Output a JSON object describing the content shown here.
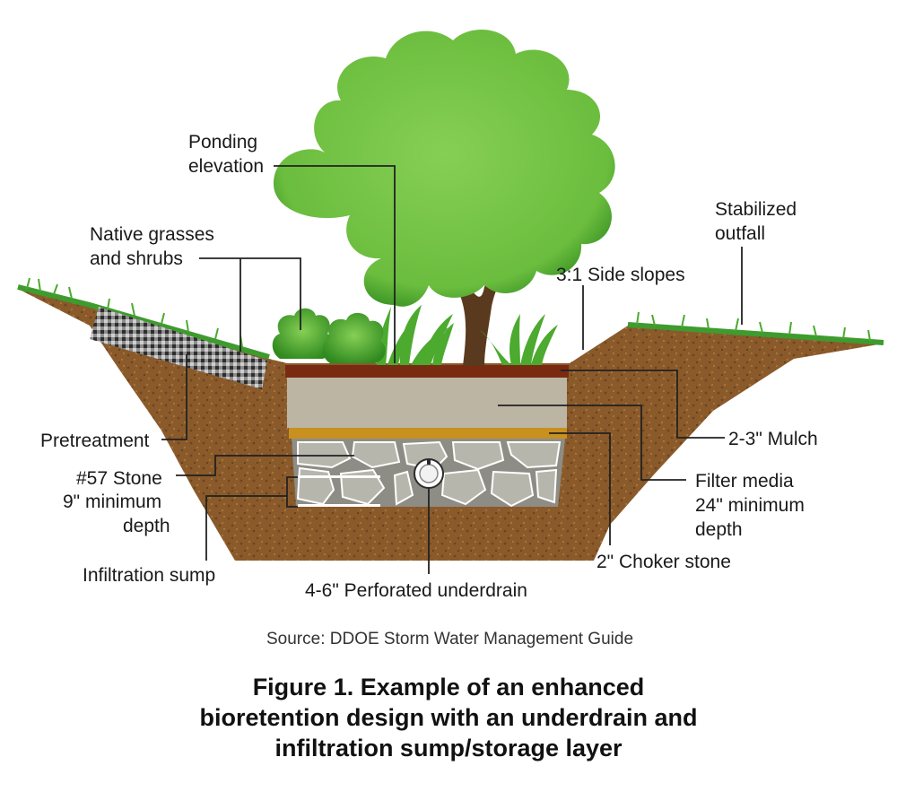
{
  "labels": {
    "ponding_line1": "Ponding",
    "ponding_line2": "elevation",
    "native_line1": "Native grasses",
    "native_line2": "and shrubs",
    "stabilized_line1": "Stabilized",
    "stabilized_line2": "outfall",
    "side_slopes": "3:1 Side slopes",
    "pretreatment": "Pretreatment",
    "mulch": "2-3\" Mulch",
    "stone_line1": "#57 Stone",
    "stone_line2": "9\" minimum",
    "stone_line3": "depth",
    "filter_line1": "Filter media",
    "filter_line2": "24\" minimum",
    "filter_line3": "depth",
    "sump": "Infiltration sump",
    "choker": "2\" Choker stone",
    "underdrain": "4-6\" Perforated underdrain"
  },
  "source": "Source: DDOE Storm Water Management Guide",
  "caption": {
    "line1": "Figure 1. Example of an enhanced",
    "line2": "bioretention design with an underdrain and",
    "line3": "infiltration sump/storage layer"
  },
  "colors": {
    "soil": "#8a5a2b",
    "mulch": "#7a2a10",
    "filter_media": "#bdb5a3",
    "choker": "#c8901e",
    "stone": "#a6a59d",
    "tree_foliage": "#74c043",
    "trunk": "#5a3a1e",
    "grass": "#3e9b2e"
  }
}
